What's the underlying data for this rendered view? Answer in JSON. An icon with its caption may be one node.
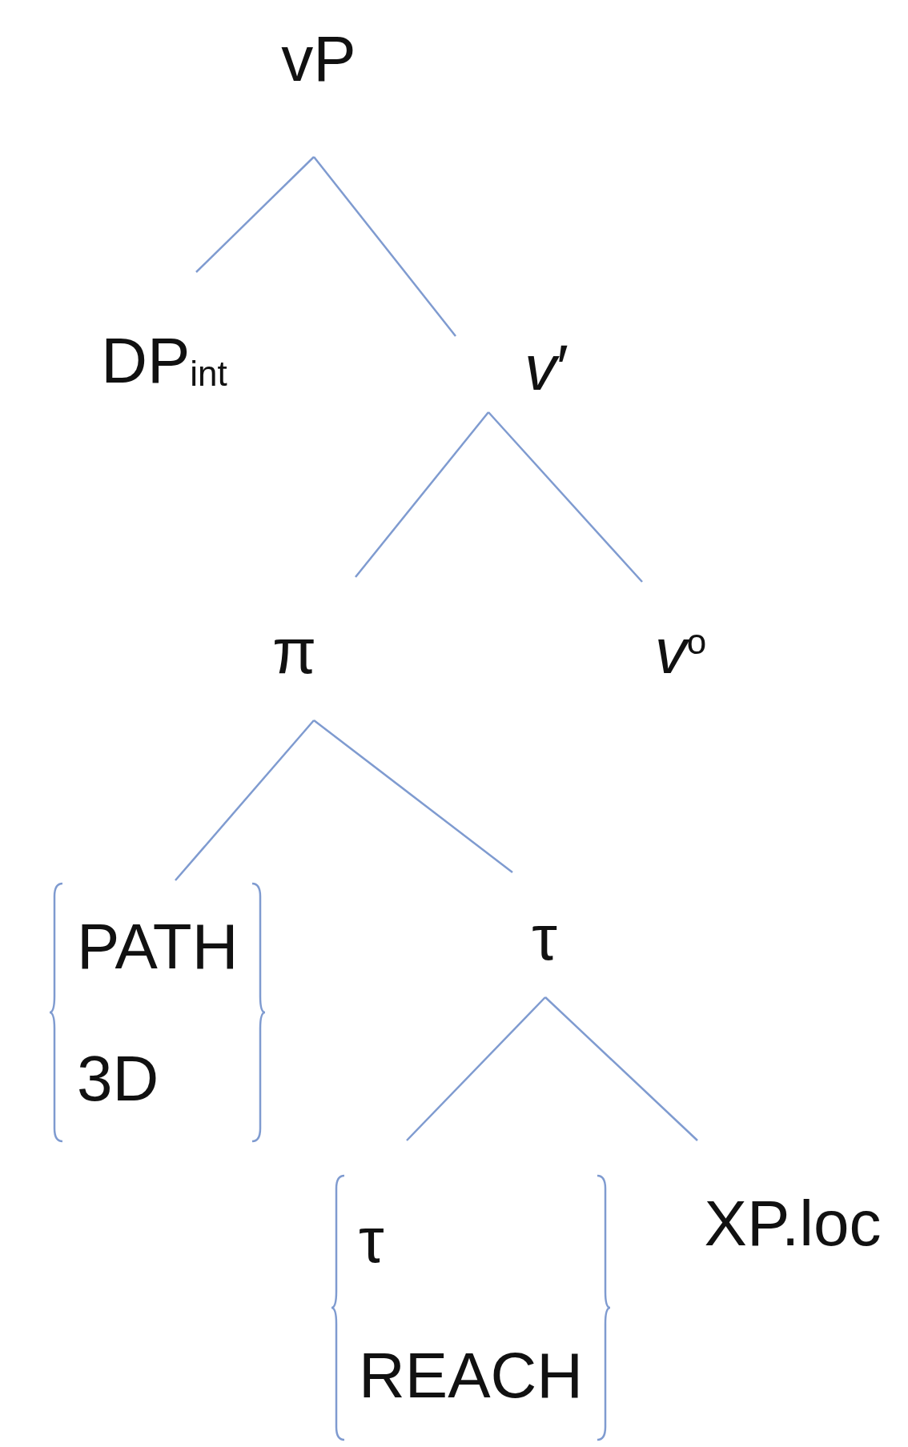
{
  "diagram": {
    "nodes": [
      {
        "text": [
          "vP"
        ]
      },
      {
        "text": [
          "DP$_{int}$"
        ]
      },
      {
        "text": [
          "*v*′"
        ]
      },
      {
        "text": [
          "π"
        ]
      },
      {
        "text": [
          "*v*$^{o}$"
        ]
      },
      {
        "text": [
          "PATH",
          "3D"
        ]
      },
      {
        "text": [
          "τ"
        ]
      },
      {
        "text": [
          "τ",
          "REACH"
        ]
      },
      {
        "text": [
          "XP.loc"
        ]
      }
    ],
    "edges": [
      {
        "from": 0,
        "to": 1,
        "arrow": "none"
      },
      {
        "from": 0,
        "to": 2,
        "arrow": "none"
      },
      {
        "from": 2,
        "to": 3,
        "arrow": "none"
      },
      {
        "from": 2,
        "to": 4,
        "arrow": "none"
      },
      {
        "from": 3,
        "to": 5,
        "arrow": "none"
      },
      {
        "from": 3,
        "to": 6,
        "arrow": "none"
      },
      {
        "from": 6,
        "to": 7,
        "arrow": "none"
      },
      {
        "from": 6,
        "to": 8,
        "arrow": "none"
      }
    ]
  }
}
